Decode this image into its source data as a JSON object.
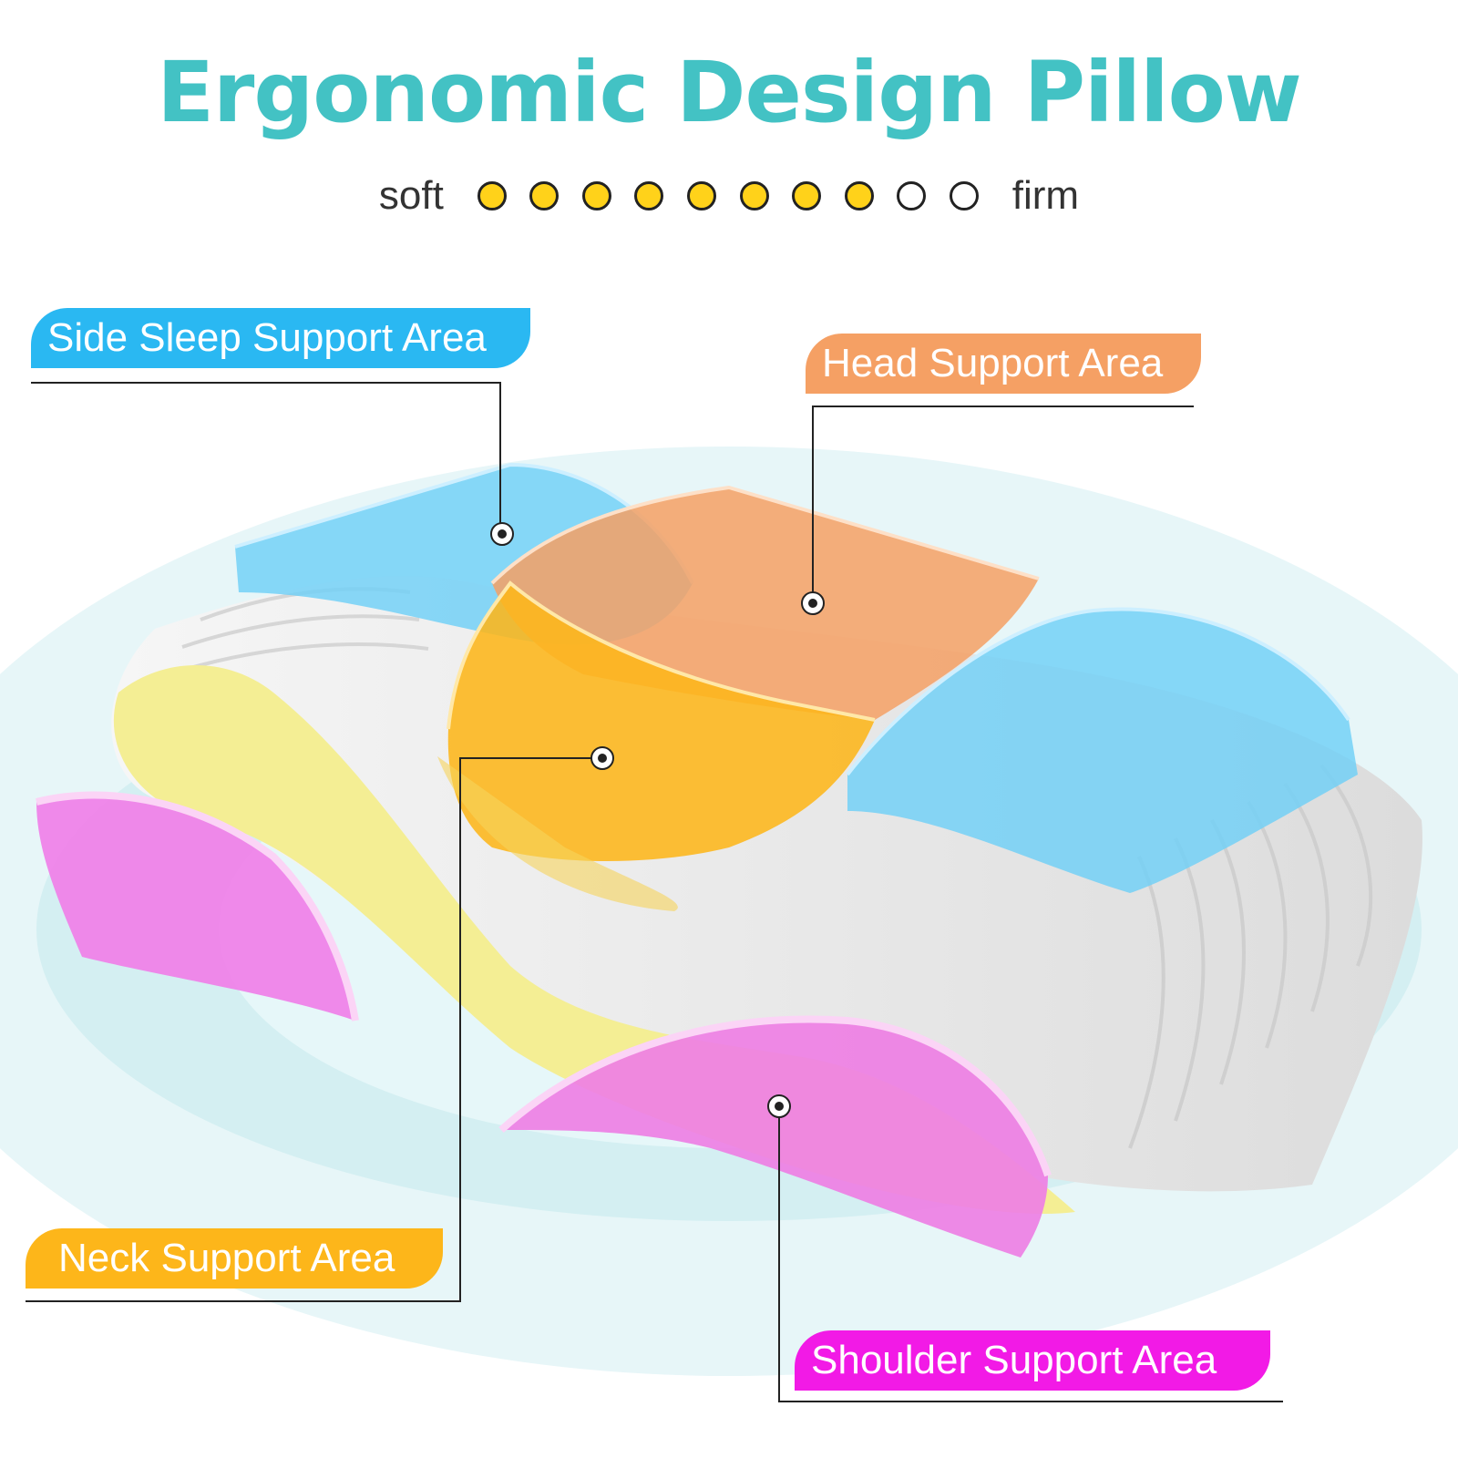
{
  "title": "Ergonomic Design Pillow",
  "colors": {
    "title": "#43c2c4",
    "side_sleep": "#2ab8f2",
    "head": "#f5a064",
    "neck": "#fdb61a",
    "shoulder": "#f21ae6",
    "foam_gray": "#ececec",
    "foam_yellow": "#f4ee94",
    "backdrop": "#d9f1f4"
  },
  "firmness": {
    "low_label": "soft",
    "high_label": "firm",
    "level": 8,
    "max": 10
  },
  "labels": {
    "side_sleep": "Side Sleep Support Area",
    "head": "Head Support Area",
    "neck": "Neck Support Area",
    "shoulder": "Shoulder Support Area"
  }
}
